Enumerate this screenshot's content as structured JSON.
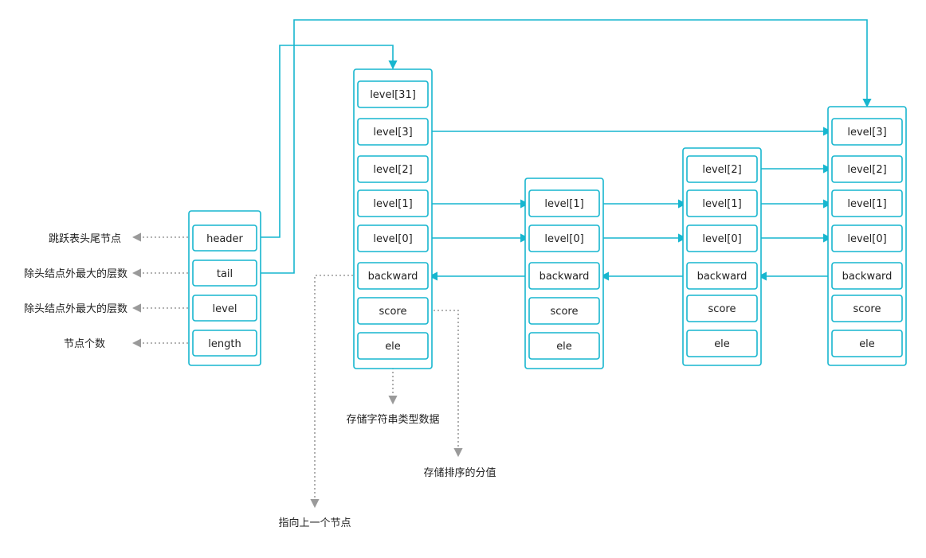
{
  "colors": {
    "accent": "#17b6cf",
    "annotation": "#9a9a9a",
    "text": "#222222"
  },
  "list_struct": {
    "fields": [
      "header",
      "tail",
      "level",
      "length"
    ]
  },
  "annotations": {
    "header": "跳跃表头尾节点",
    "tail": "除头结点外最大的层数",
    "level": "除头结点外最大的层数",
    "length": "节点个数",
    "ele": "存储字符串类型数据",
    "score": "存储排序的分值",
    "backward": "指向上一个节点"
  },
  "nodes": [
    {
      "id": "head",
      "fields": [
        "level[31]",
        "level[3]",
        "level[2]",
        "level[1]",
        "level[0]",
        "backward",
        "score",
        "ele"
      ]
    },
    {
      "id": "node1",
      "fields": [
        "level[1]",
        "level[0]",
        "backward",
        "score",
        "ele"
      ]
    },
    {
      "id": "node2",
      "fields": [
        "level[2]",
        "level[1]",
        "level[0]",
        "backward",
        "score",
        "ele"
      ]
    },
    {
      "id": "node3",
      "fields": [
        "level[3]",
        "level[2]",
        "level[1]",
        "level[0]",
        "backward",
        "score",
        "ele"
      ]
    }
  ]
}
